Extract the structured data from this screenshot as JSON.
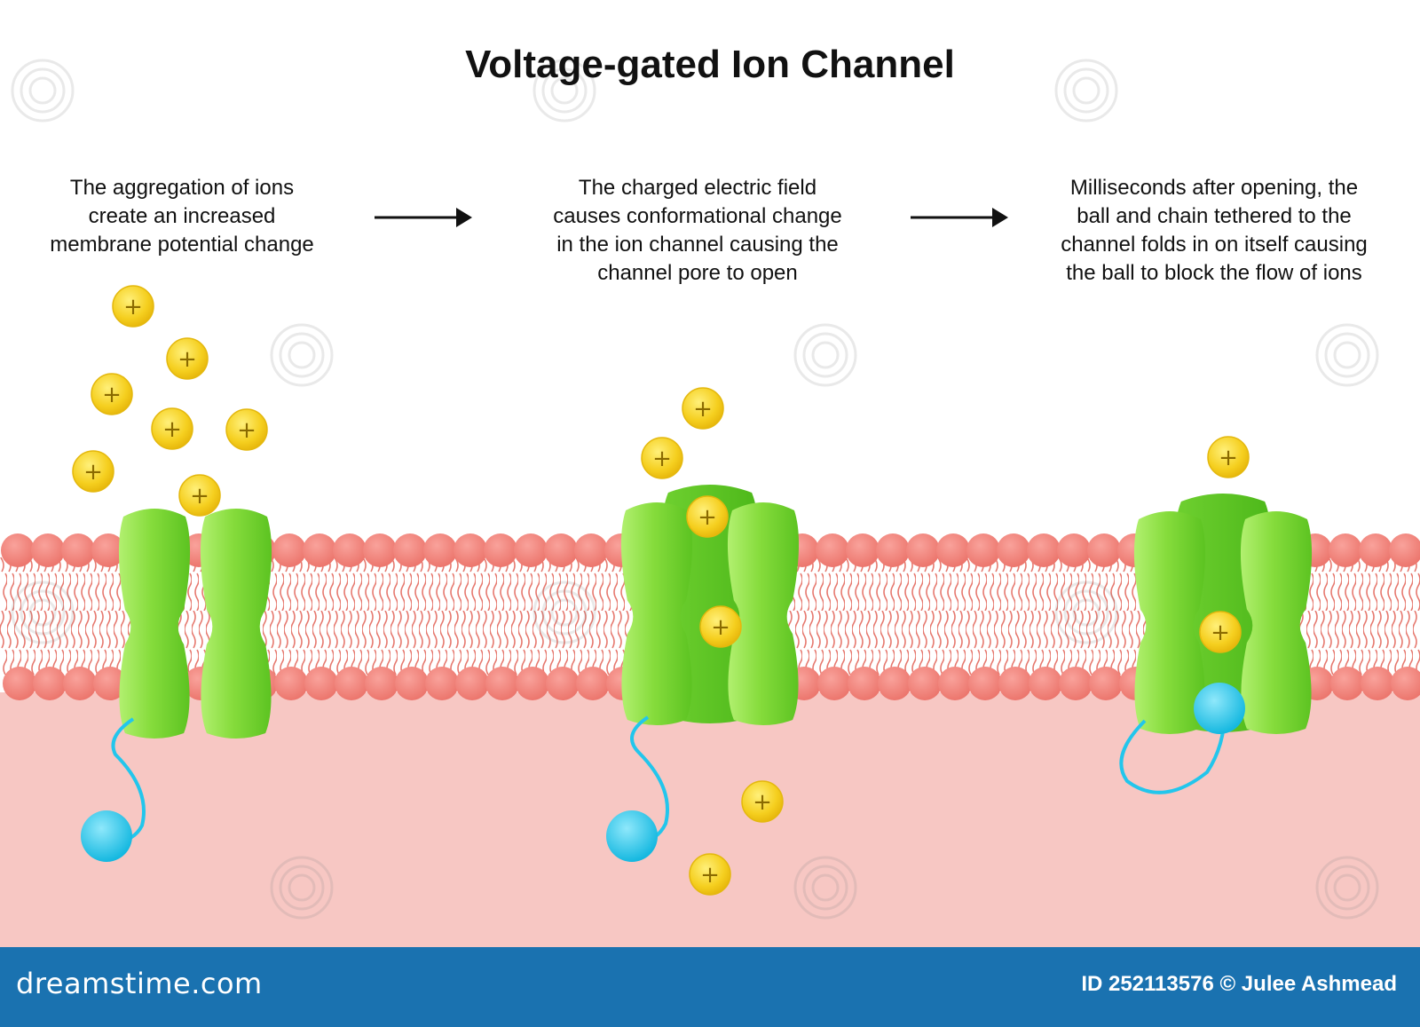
{
  "title": "Voltage-gated Ion Channel",
  "steps": [
    {
      "lines": [
        "The aggregation of ions",
        "create an increased",
        "membrane potential change"
      ]
    },
    {
      "lines": [
        "The charged electric field",
        "causes conformational change",
        "in the ion channel causing the",
        "channel pore to open"
      ]
    },
    {
      "lines": [
        "Milliseconds after opening, the",
        "ball and chain tethered to the",
        "channel folds in on itself causing",
        "the ball to block the flow of ions"
      ]
    }
  ],
  "ion_symbol": "+",
  "footer": {
    "brand": "dreamstime.com",
    "credit": "ID 252113576 © Julee Ashmead"
  },
  "colors": {
    "membrane_head": "#f2837b",
    "membrane_tail": "#e5786f",
    "cytoplasm": "#f7c7c3",
    "channel": "#7ed83a",
    "ion": "#f5cf1f",
    "ball": "#22c6ec",
    "footer": "#1a72b0"
  }
}
